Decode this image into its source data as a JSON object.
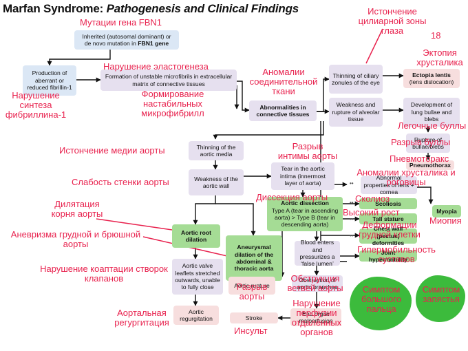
{
  "title": {
    "bold": "Marfan Syndrome:",
    "italic": "Pathogenesis and Clinical Findings"
  },
  "page_number": "18",
  "nodes": {
    "inherited": {
      "line1": "Inherited (autosomal dominant) or",
      "line2_pre": "de novo mutation in ",
      "line2_bold": "FBN1 gene"
    },
    "production": "Production of aberrant or reduced fibrillin-1",
    "formation": "Formation of unstable microfibrils in extracellular matrix of connective tissues",
    "abnormalities": "Abnormalities in connective tissues",
    "thinning_ciliary": "Thinning of ciliary zonules of the eye",
    "ectopia": {
      "title": "Ectopia lentis",
      "sub": "(lens dislocation)"
    },
    "weakness_alveolar": "Weakness and rupture of alveolar tissue",
    "lung_bullae": "Development of lung bullae and blebs",
    "rupture_bullae": "Rupture of bullae/blebs",
    "pneumothorax": "Pneumothorax",
    "abnormal_lens": "Abnormal properties of lens + cornea",
    "myopia": "Myopia",
    "scoliosis": "Scoliosis",
    "tall_stature": "Tall stature",
    "chest_wall": "Chest wall (pectus) deformities",
    "joint_hyper": "Joint hypermobility",
    "thinning_media": "Thinning of the aortic media",
    "weakness_wall": "Weakness of the aortic wall",
    "tear_intima": "Tear in the aortic intima (innermost layer of aorta)",
    "dissection": {
      "title": "Aortic dissection",
      "body": "Type A (tear in ascending aorta) > Type B (tear in descending aorta)"
    },
    "root_dilation": "Aortic root dilation",
    "aneurysmal": "Aneurysmal dilation of the abdominal & thoracic aorta",
    "blood_enters": "Blood enters and pressurizes a ‘false lumen’",
    "valve_leaflets": "Aortic valve leaflets stretched outwards, unable to fully close",
    "regurgitation": "Aortic regurgitation",
    "aortic_rupture": "Aortic rupture",
    "obstruction": "Obstruction of aortic branches",
    "end_organ": "End organ malperfusion",
    "stroke": "Stroke"
  },
  "annotations": {
    "fbn1": "Мутации гена FBN1",
    "synth": "Нарушение синтеза фибриллина-1",
    "elastogen": "Нарушение эластогенеза",
    "unstable": "Формирование настабильных микрофибрилл",
    "ct": "Аномалии соединительной ткани",
    "ciliary": "Истончение цилиарной зоны глаза",
    "ectopia": "Эктопия хрусталика",
    "bullae": "Легочные буллы",
    "rupt_bullae": "Разрыв буллы",
    "pneumo": "Пневмоторакс",
    "lens": "Аномалии хрусталика и роговицы",
    "scoliosis": "Сколиоз",
    "tall": "Высокий рост",
    "chest": "Деформации грудной клетки",
    "hyper": "Гипермобильность суставов",
    "myopia": "Миопия",
    "media": "Истончение медии аорты",
    "wall": "Слабость стенки аорты",
    "intima": "Разрыв интимы аорты",
    "dissection": "Диссекция аорты",
    "root": "Дилятация корня аорты",
    "aneurysm": "Аневризма грудной и брюшной аорты",
    "coapt": "Нарушение коаптации створок клапанов",
    "regurg": "Аортальная регургитация",
    "rupture": "Разрыв аорты",
    "obstr": "Обструкция ветвей аорты",
    "perfusion": "Нарушение перфузии отдалённых органов",
    "stroke": "Инсульт",
    "thumb": "Симптом большого пальца",
    "wrist": "Симптом запястья"
  },
  "colors": {
    "annotation": "#e8224e",
    "green_node": "#a5dc95",
    "blob": "#3cbb3c",
    "blue_node": "#dbe7f5",
    "lavender_node": "#e6e0ef",
    "pink_node": "#f7dede"
  }
}
